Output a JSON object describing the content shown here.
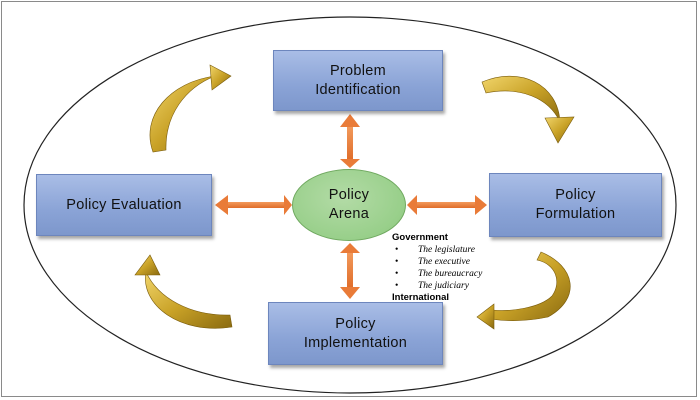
{
  "nodes": {
    "problem_identification": "Problem\nIdentification",
    "policy_formulation": "Policy\nFormulation",
    "policy_evaluation": "Policy Evaluation",
    "policy_implementation": "Policy\nImplementation",
    "policy_arena": "Policy\nArena"
  },
  "legend": {
    "heading": "Government",
    "items": [
      "The legislature",
      "The executive",
      "The bureaucracy",
      "The judiciary"
    ],
    "footer": "International",
    "bullet": "•"
  },
  "colors": {
    "box_fill": "#8aa3d6",
    "arena_fill": "#98cf8a",
    "double_arrow": "#e97b38",
    "cycle_arrow": "#c9a227"
  }
}
